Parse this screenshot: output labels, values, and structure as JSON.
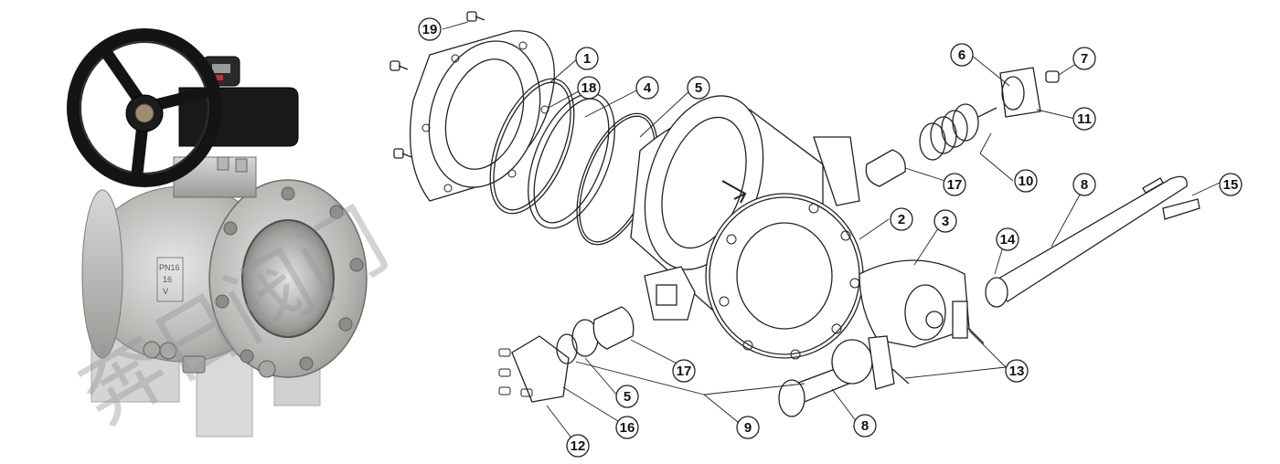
{
  "photo": {
    "watermark": "奔日阀门",
    "body_marking_lines": [
      "PN16",
      "16",
      "V"
    ]
  },
  "diagram": {
    "callouts": [
      {
        "id": "c19",
        "label": "19"
      },
      {
        "id": "c1",
        "label": "1"
      },
      {
        "id": "c18",
        "label": "18"
      },
      {
        "id": "c4",
        "label": "4"
      },
      {
        "id": "c5a",
        "label": "5"
      },
      {
        "id": "c6",
        "label": "6"
      },
      {
        "id": "c7",
        "label": "7"
      },
      {
        "id": "c11",
        "label": "11"
      },
      {
        "id": "c17a",
        "label": "17"
      },
      {
        "id": "c10",
        "label": "10"
      },
      {
        "id": "c8a",
        "label": "8"
      },
      {
        "id": "c15",
        "label": "15"
      },
      {
        "id": "c2",
        "label": "2"
      },
      {
        "id": "c3",
        "label": "3"
      },
      {
        "id": "c14",
        "label": "14"
      },
      {
        "id": "c17b",
        "label": "17"
      },
      {
        "id": "c5b",
        "label": "5"
      },
      {
        "id": "c16",
        "label": "16"
      },
      {
        "id": "c12",
        "label": "12"
      },
      {
        "id": "c9",
        "label": "9"
      },
      {
        "id": "c8b",
        "label": "8"
      },
      {
        "id": "c13",
        "label": "13"
      }
    ]
  }
}
